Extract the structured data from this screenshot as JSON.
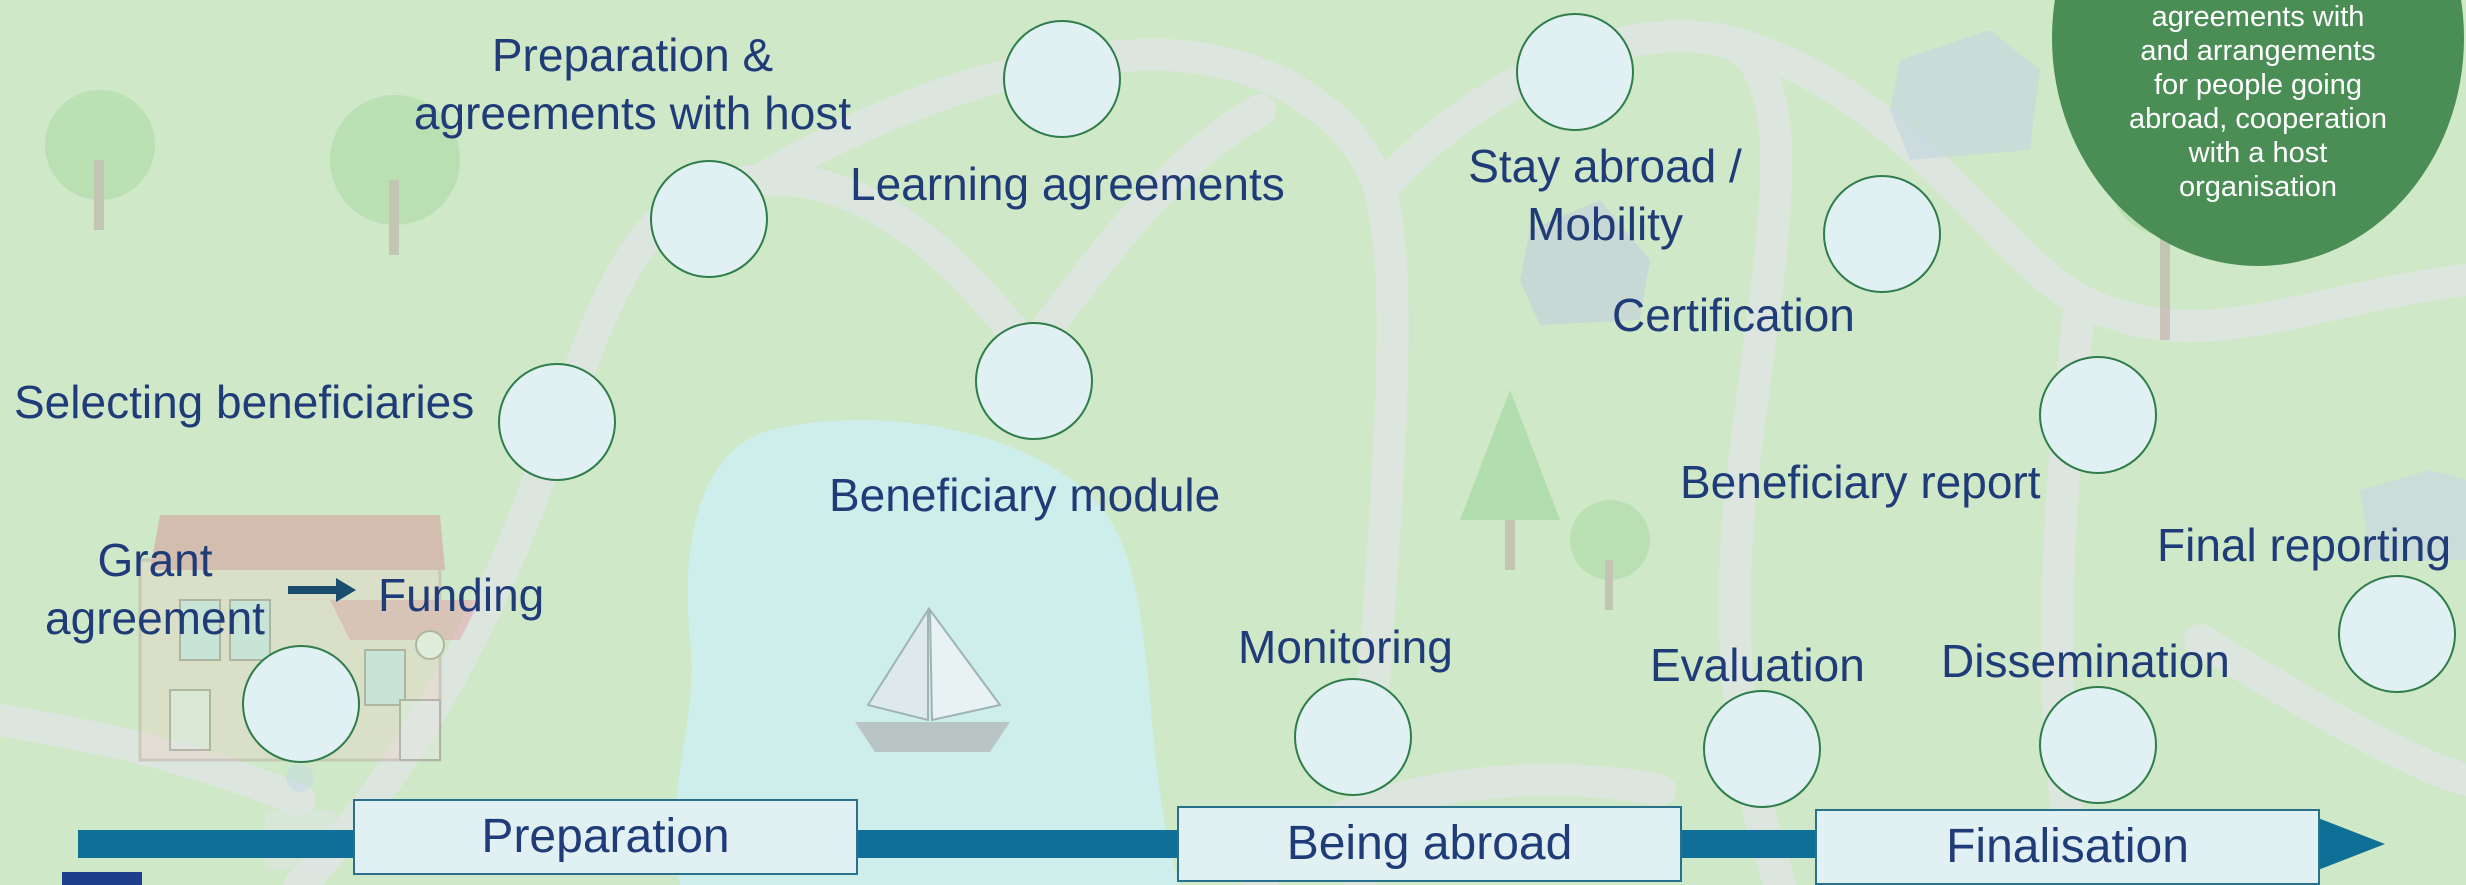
{
  "steps": {
    "grant_agreement": "Grant\nagreement",
    "funding": "Funding",
    "selecting_beneficiaries": "Selecting beneficiaries",
    "preparation_agreements": "Preparation &\nagreements with host",
    "learning_agreements": "Learning agreements",
    "beneficiary_module": "Beneficiary module",
    "monitoring": "Monitoring",
    "stay_abroad": "Stay abroad /\nMobility",
    "certification": "Certification",
    "evaluation": "Evaluation",
    "beneficiary_report": "Beneficiary report",
    "dissemination": "Dissemination",
    "final_reporting": "Final reporting"
  },
  "phases": {
    "preparation": "Preparation",
    "being_abroad": "Being abroad",
    "finalisation": "Finalisation"
  },
  "info_bubble": {
    "text": "agreements with\nand arrangements\nfor people going\nabroad, cooperation\nwith a host\norganisation"
  },
  "colors": {
    "background": "#cfe8c8",
    "path": "#dde5df",
    "lake": "#cdeeea",
    "circle_fill": "#e0f0f3",
    "circle_border": "#2e7d4a",
    "label_text": "#1f3c78",
    "timeline": "#0f6f96",
    "info_bubble": "#4a8e56"
  }
}
